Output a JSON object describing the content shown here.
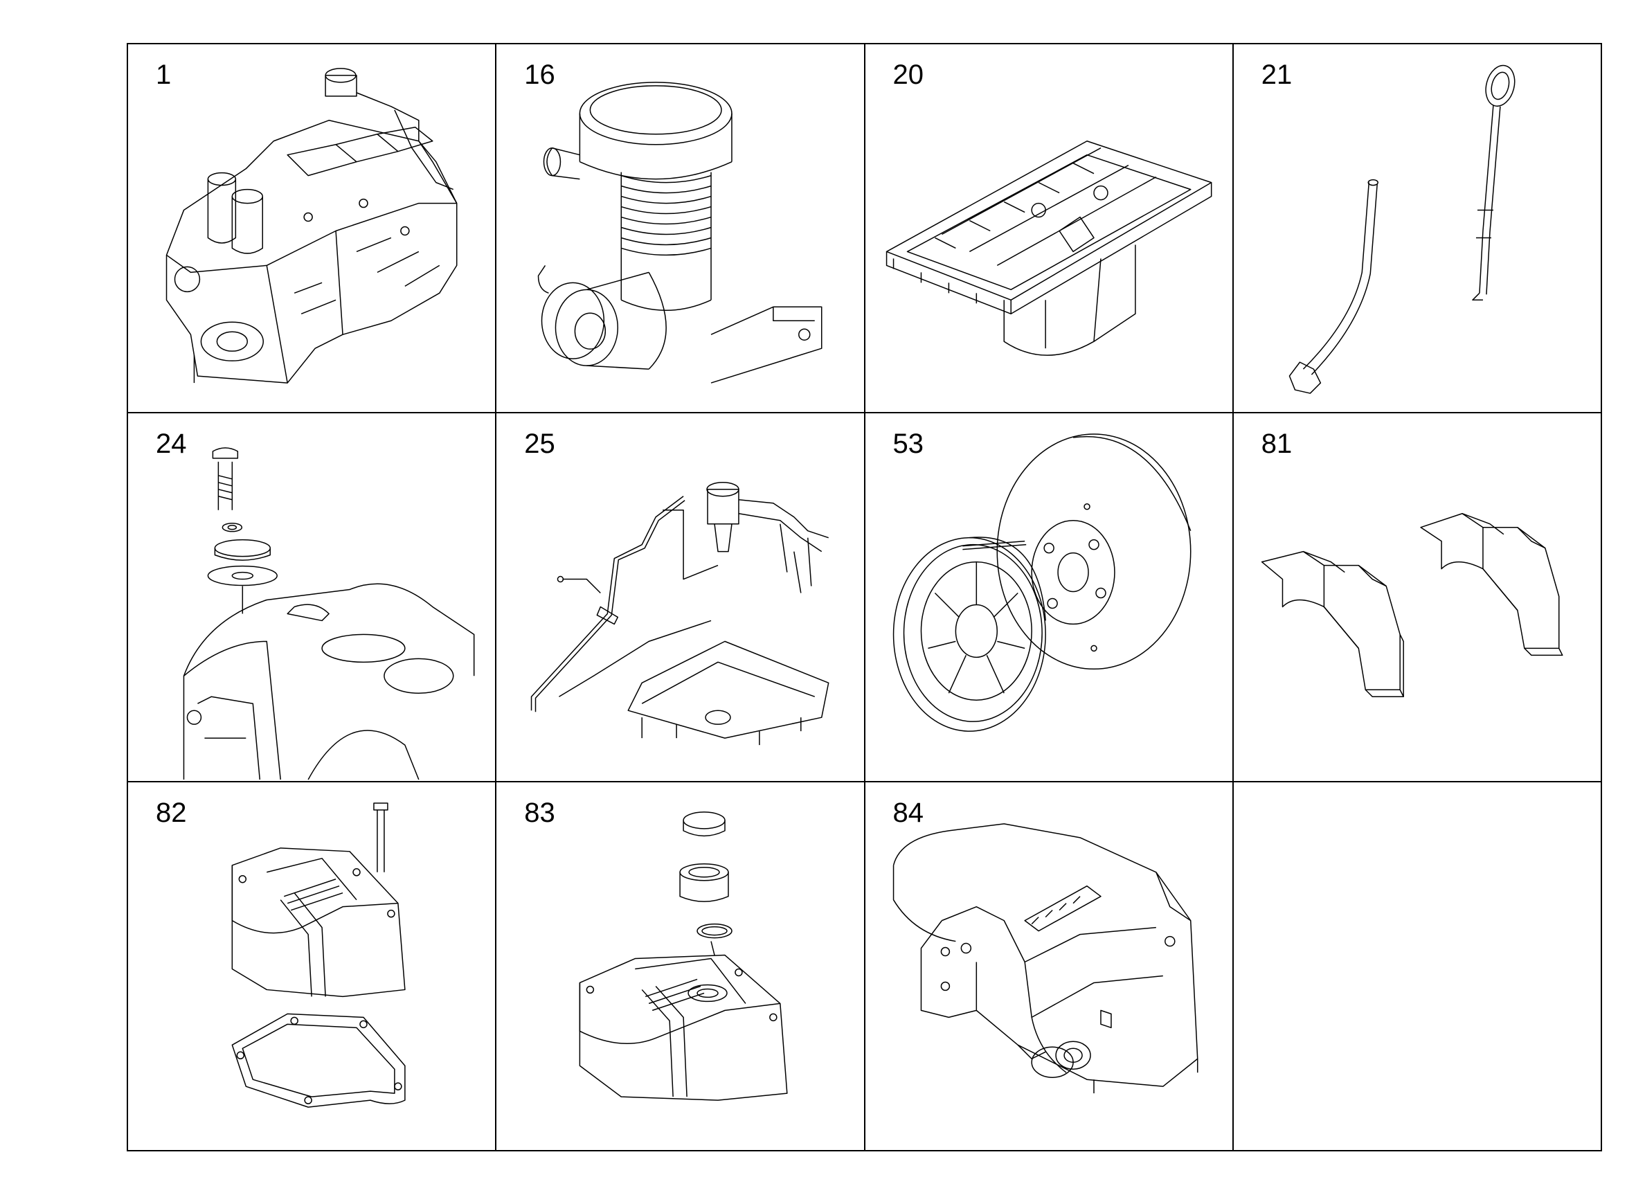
{
  "cells": [
    {
      "number": "1",
      "part": "engine-block-assembly"
    },
    {
      "number": "16",
      "part": "air-filter-housing"
    },
    {
      "number": "20",
      "part": "oil-pan-frame"
    },
    {
      "number": "21",
      "part": "dipstick-and-guide-tube"
    },
    {
      "number": "24",
      "part": "cover-plate-with-gasket"
    },
    {
      "number": "25",
      "part": "breather-line-and-oil-pan"
    },
    {
      "number": "53",
      "part": "vibration-damper-pulley"
    },
    {
      "number": "81",
      "part": "lifting-eyes"
    },
    {
      "number": "82",
      "part": "valve-cover-with-gasket"
    },
    {
      "number": "83",
      "part": "valve-cover-with-filler-cap"
    },
    {
      "number": "84",
      "part": "intake-manifold-cover"
    },
    {
      "number": "",
      "part": "empty"
    }
  ]
}
